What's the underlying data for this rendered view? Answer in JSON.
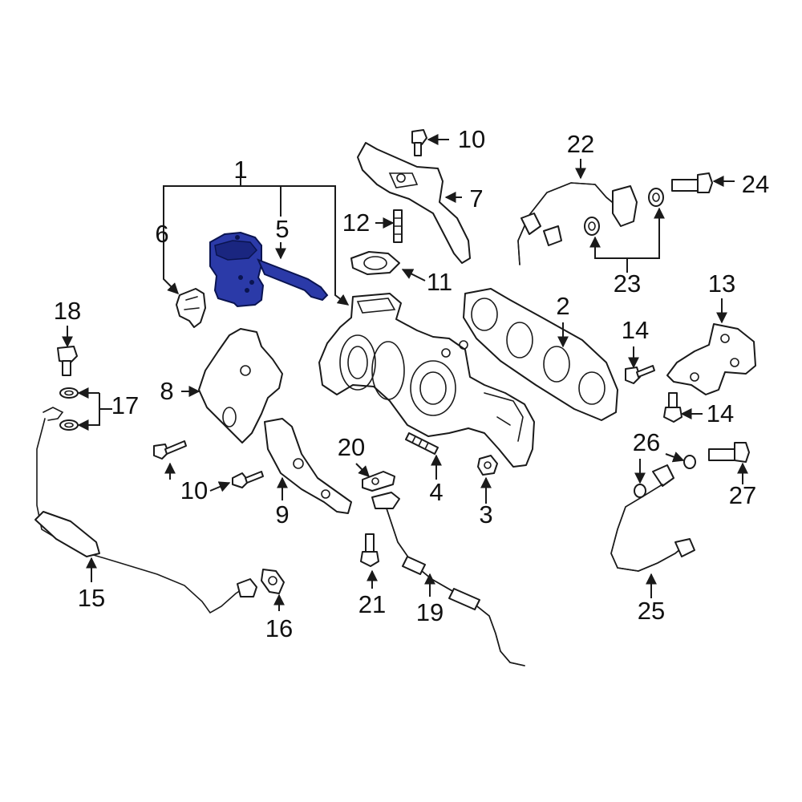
{
  "highlight_color": "#2b3aa8",
  "callouts": {
    "c1": "1",
    "c2": "2",
    "c3": "3",
    "c4": "4",
    "c5": "5",
    "c6": "6",
    "c7": "7",
    "c8": "8",
    "c9": "9",
    "c10a": "10",
    "c10b": "10",
    "c11": "11",
    "c12": "12",
    "c13": "13",
    "c14a": "14",
    "c14b": "14",
    "c15": "15",
    "c16": "16",
    "c17": "17",
    "c18": "18",
    "c19": "19",
    "c20": "20",
    "c21": "21",
    "c22": "22",
    "c23": "23",
    "c24": "24",
    "c25": "25",
    "c26": "26",
    "c27": "27"
  }
}
